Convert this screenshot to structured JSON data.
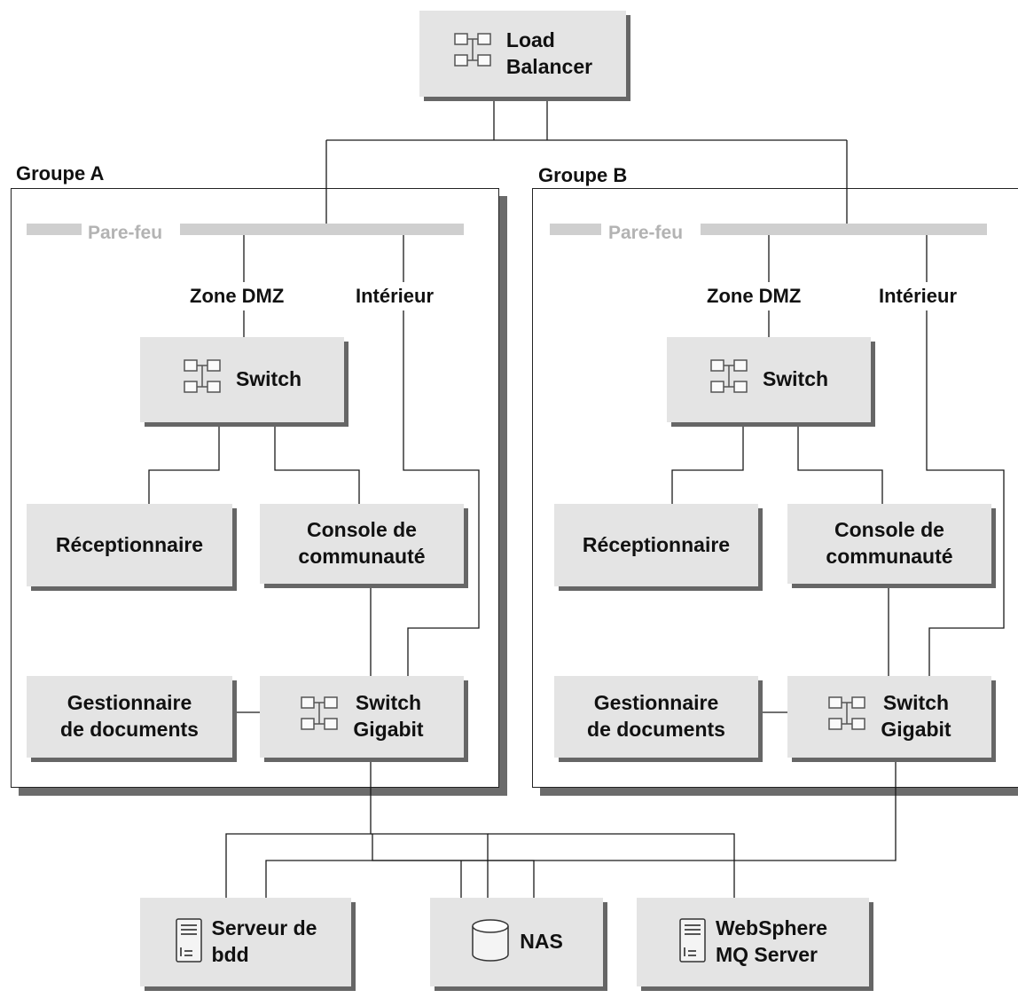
{
  "load_balancer": {
    "label_line1": "Load",
    "label_line2": "Balancer",
    "icon": "network-switch-icon"
  },
  "groups": [
    {
      "title": "Groupe A",
      "firewall_label": "Pare-feu",
      "dmz_label": "Zone DMZ",
      "interior_label": "Intérieur",
      "switch_label": "Switch",
      "receptionist_label": "Réceptionnaire",
      "console_line1": "Console de",
      "console_line2": "communauté",
      "docmgr_line1": "Gestionnaire",
      "docmgr_line2": "de documents",
      "gigabit_line1": "Switch",
      "gigabit_line2": "Gigabit"
    },
    {
      "title": "Groupe B",
      "firewall_label": "Pare-feu",
      "dmz_label": "Zone DMZ",
      "interior_label": "Intérieur",
      "switch_label": "Switch",
      "receptionist_label": "Réceptionnaire",
      "console_line1": "Console de",
      "console_line2": "communauté",
      "docmgr_line1": "Gestionnaire",
      "docmgr_line2": "de documents",
      "gigabit_line1": "Switch",
      "gigabit_line2": "Gigabit"
    }
  ],
  "backend": {
    "db_server": {
      "line1": "Serveur de",
      "line2": "bdd",
      "icon": "server-icon"
    },
    "nas": {
      "label": "NAS",
      "icon": "database-cylinder-icon"
    },
    "mq_server": {
      "line1": "WebSphere",
      "line2": "MQ Server",
      "icon": "server-icon"
    }
  },
  "colors": {
    "node_fill": "#e4e4e4",
    "shadow": "#666666",
    "firewall": "#cfcfcf",
    "firewall_text": "#b3b3b3"
  }
}
